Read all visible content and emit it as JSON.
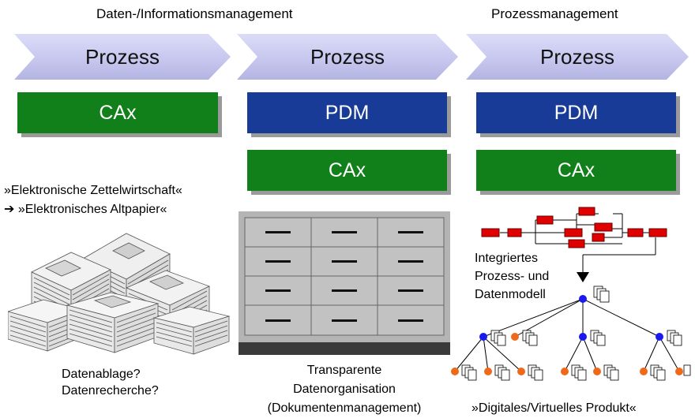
{
  "headings": {
    "left": "Daten-/Informationsmanagement",
    "right": "Prozessmanagement"
  },
  "columns": [
    {
      "process": "Prozess",
      "boxes": [
        {
          "label": "CAx",
          "color": "#12801a"
        }
      ]
    },
    {
      "process": "Prozess",
      "boxes": [
        {
          "label": "PDM",
          "color": "#173b96"
        },
        {
          "label": "CAx",
          "color": "#12801a"
        }
      ]
    },
    {
      "process": "Prozess",
      "boxes": [
        {
          "label": "PDM",
          "color": "#173b96"
        },
        {
          "label": "CAx",
          "color": "#12801a"
        }
      ]
    }
  ],
  "col1": {
    "quote1": "»Elektronische Zettelwirtschaft«",
    "arrow_glyph": "➔",
    "quote2": "»Elektronisches Altpapier«",
    "question1": "Datenablage?",
    "question2": "Datenrecherche?"
  },
  "col2": {
    "caption1": "Transparente",
    "caption2": "Datenorganisation",
    "caption3": "(Dokumentenmanagement)"
  },
  "col3": {
    "model1": "Integriertes",
    "model2": "Prozess- und",
    "model3": "Datenmodell",
    "caption": "»Digitales/Virtuelles Produkt«"
  },
  "colors": {
    "chevron_fill": "#c9c9f0",
    "green": "#12801a",
    "blue": "#173b96",
    "process_red": "#e00000",
    "node_blue": "#1a1aee",
    "node_orange": "#ee6a1a",
    "cabinet": "#b4b4b4",
    "cabinet_base": "#3a3a3a"
  }
}
